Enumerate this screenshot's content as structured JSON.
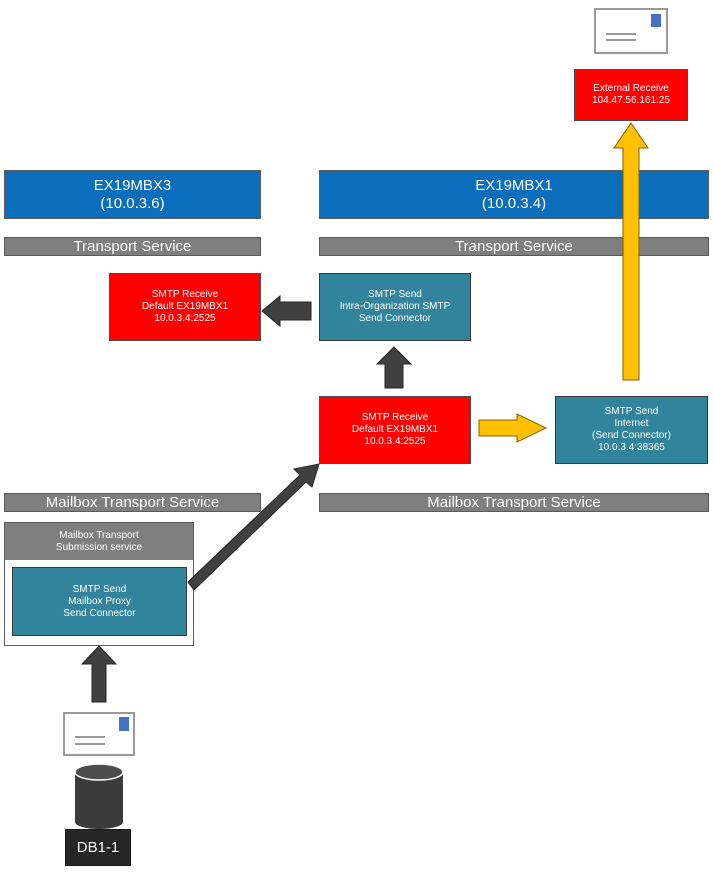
{
  "servers": {
    "ex19mbx3": {
      "name": "EX19MBX3",
      "ip": "(10.0.3.6)"
    },
    "ex19mbx1": {
      "name": "EX19MBX1",
      "ip": "(10.0.3.4)"
    }
  },
  "bars": {
    "transport_left": "Transport Service",
    "transport_right": "Transport Service",
    "mailbox_transport_left": "Mailbox Transport Service",
    "mailbox_transport_right": "Mailbox Transport Service"
  },
  "boxes": {
    "external_receive": {
      "l1": "External Receive",
      "l2": "104.47.56.161:25"
    },
    "smtp_receive_mbx3": {
      "l1": "SMTP Receive",
      "l2": "Default EX19MBX1",
      "l3": "10.0.3.4:2525"
    },
    "smtp_send_intra": {
      "l1": "SMTP Send",
      "l2": "Intra-Organization SMTP",
      "l3": "Send Connector"
    },
    "smtp_receive_mbx1": {
      "l1": "SMTP Receive",
      "l2": "Default EX19MBX1",
      "l3": "10.0.3.4:2525"
    },
    "smtp_send_internet": {
      "l1": "SMTP Send",
      "l2": "Internet",
      "l3": "(Send Connector)",
      "l4": "10.0.3.4:38365"
    },
    "submission": {
      "l1": "Mailbox Transport",
      "l2": "Submission service"
    },
    "smtp_send_proxy": {
      "l1": "SMTP Send",
      "l2": "Mailbox Proxy",
      "l3": "Send Connector"
    }
  },
  "database": {
    "label": "DB1-1"
  },
  "colors": {
    "server_blue": "#0a6ebd",
    "bar_gray": "#7f7f7f",
    "receive_red": "#ff0000",
    "send_teal": "#31849b",
    "arrow_dark": "#404040",
    "arrow_yellow": "#ffc000"
  },
  "icons": [
    "envelope-icon",
    "database-icon"
  ]
}
